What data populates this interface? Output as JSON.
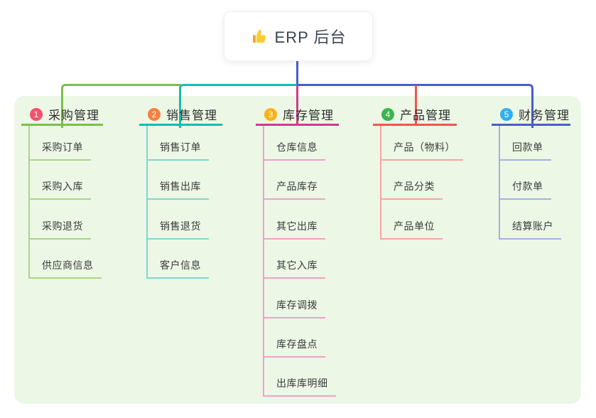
{
  "root": {
    "label": "ERP 后台",
    "icon": "thumbs-up-icon"
  },
  "branches": [
    {
      "number": "1",
      "title": "采购管理",
      "line_color": "#7cbf4a",
      "child_line_color": "#a9d687",
      "badge_color": "#f4516c",
      "children": [
        "采购订单",
        "采购入库",
        "采购退货",
        "供应商信息"
      ]
    },
    {
      "number": "2",
      "title": "销售管理",
      "line_color": "#14bdae",
      "child_line_color": "#7fd8cd",
      "badge_color": "#f5813f",
      "children": [
        "销售订单",
        "销售出库",
        "销售退货",
        "客户信息"
      ]
    },
    {
      "number": "3",
      "title": "库存管理",
      "line_color": "#d23a90",
      "child_line_color": "#f0a0ca",
      "badge_color": "#fbb216",
      "children": [
        "仓库信息",
        "产品库存",
        "其它出库",
        "其它入库",
        "库存调拨",
        "库存盘点",
        "出库库明细"
      ]
    },
    {
      "number": "4",
      "title": "产品管理",
      "line_color": "#f2544f",
      "child_line_color": "#f7a6a2",
      "badge_color": "#3cb54e",
      "children": [
        "产品（物料）",
        "产品分类",
        "产品单位"
      ]
    },
    {
      "number": "5",
      "title": "财务管理",
      "line_color": "#4a5ec8",
      "child_line_color": "#a3b1e3",
      "badge_color": "#30b0ef",
      "children": [
        "回款单",
        "付款单",
        "结算账户"
      ]
    }
  ],
  "colors": {
    "canvas_band": "#ecf7e6",
    "root_stem": "#4a5ec8",
    "root_text": "#3a4353"
  }
}
